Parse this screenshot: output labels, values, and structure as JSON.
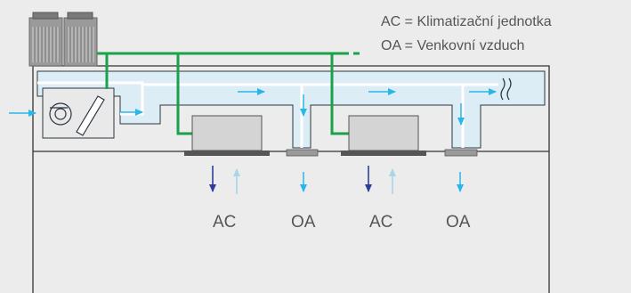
{
  "legend": {
    "ac": "AC = Klimatizační jednotka",
    "oa": "OA = Venkovní vzduch"
  },
  "units": [
    {
      "label": "AC",
      "type": "indoor-unit"
    },
    {
      "label": "OA",
      "type": "outdoor-air-diffuser"
    },
    {
      "label": "AC",
      "type": "indoor-unit"
    },
    {
      "label": "OA",
      "type": "outdoor-air-diffuser"
    }
  ],
  "colors": {
    "background": "#ececec",
    "building_line": "#333333",
    "duct_fill": "#dcedf5",
    "duct_outline": "#2b3640",
    "fresh_air_arrow": "#29b6e8",
    "refrigerant_pipe": "#1aa14a",
    "supply_arrow_dark": "#2f3e9a",
    "return_arrow_light": "#a8d6e6",
    "unit_fill": "#d4d4d4",
    "unit_grille": "#555555"
  },
  "icons": {
    "outdoor_condenser": "condenser-unit-icon",
    "fan": "fan-icon",
    "filter": "filter-icon",
    "exhaust": "exhaust-wave-icon"
  }
}
